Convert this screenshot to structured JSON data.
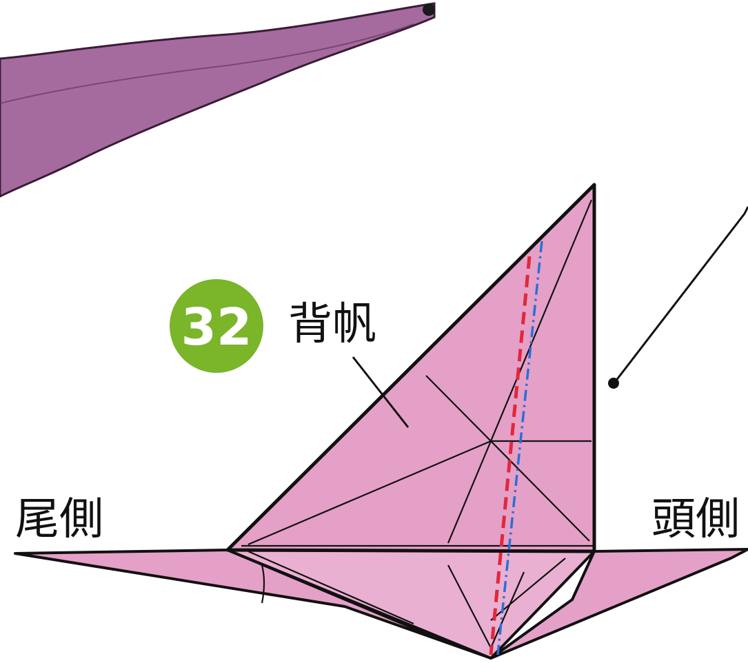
{
  "step": {
    "number": "32",
    "badge_color": "#7ab52a"
  },
  "labels": {
    "sail": "背帆",
    "tail_side": "尾側",
    "head_side": "頭側"
  },
  "colors": {
    "paper_pink": "#e5a0c8",
    "paper_pink_light": "#eab0d2",
    "previous_step_purple": "#a56b9e",
    "outline": "#111111",
    "mountain_fold": "#e0283c",
    "valley_fold": "#2a6fd6"
  }
}
